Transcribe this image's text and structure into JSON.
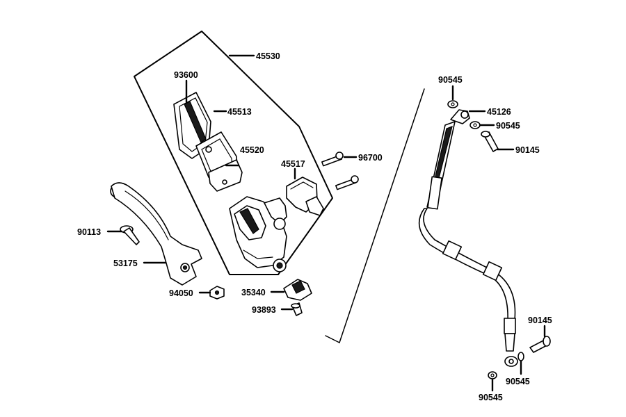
{
  "diagram": {
    "parts": {
      "master_cylinder_assembly": "45530",
      "reservoir_cap": "93600",
      "diaphragm": "45513",
      "diaphragm_plate": "45520",
      "bolt_96700": "96700",
      "clamp_holder": "45517",
      "lever_pivot_bolt": "90113",
      "brake_lever": "53175",
      "lever_nut": "94050",
      "brake_switch": "35340",
      "switch_screw": "93893",
      "washer_top_1": "90545",
      "banjo_top": "45126",
      "washer_top_2": "90545",
      "banjo_bolt_top": "90145",
      "banjo_bolt_bottom": "90145",
      "washer_bottom_1": "90545",
      "washer_bottom_2": "90545"
    },
    "colors": {
      "line": "#000000",
      "background": "#ffffff"
    }
  }
}
